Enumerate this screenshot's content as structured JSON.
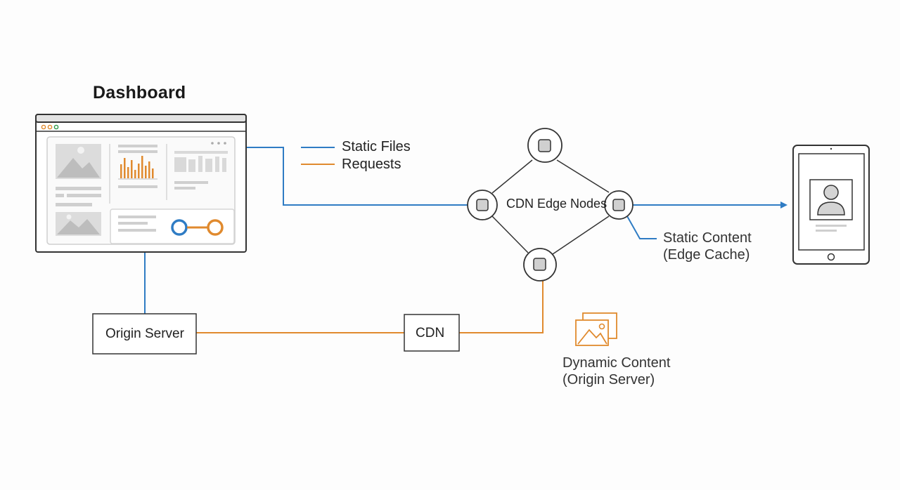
{
  "title": "Dashboard",
  "legend": {
    "static_label": "Static Files",
    "requests_label": "Requests"
  },
  "nodes": {
    "edge_nodes_label": "CDN Edge Nodes",
    "origin_server_label": "Origin Server",
    "cdn_label": "CDN"
  },
  "notes": {
    "static_content": [
      "Static Content",
      "(Edge Cache)"
    ],
    "dynamic_content": [
      "Dynamic Content",
      "(Origin Server)"
    ]
  },
  "colors": {
    "static": "#2f7cc4",
    "requests": "#e08a2e",
    "outline": "#333333",
    "placeholder": "#cfcfcf"
  },
  "icons": {
    "browser": "dashboard-window-icon",
    "device": "tablet-icon",
    "user": "user-avatar-icon",
    "images": "image-stack-icon"
  }
}
